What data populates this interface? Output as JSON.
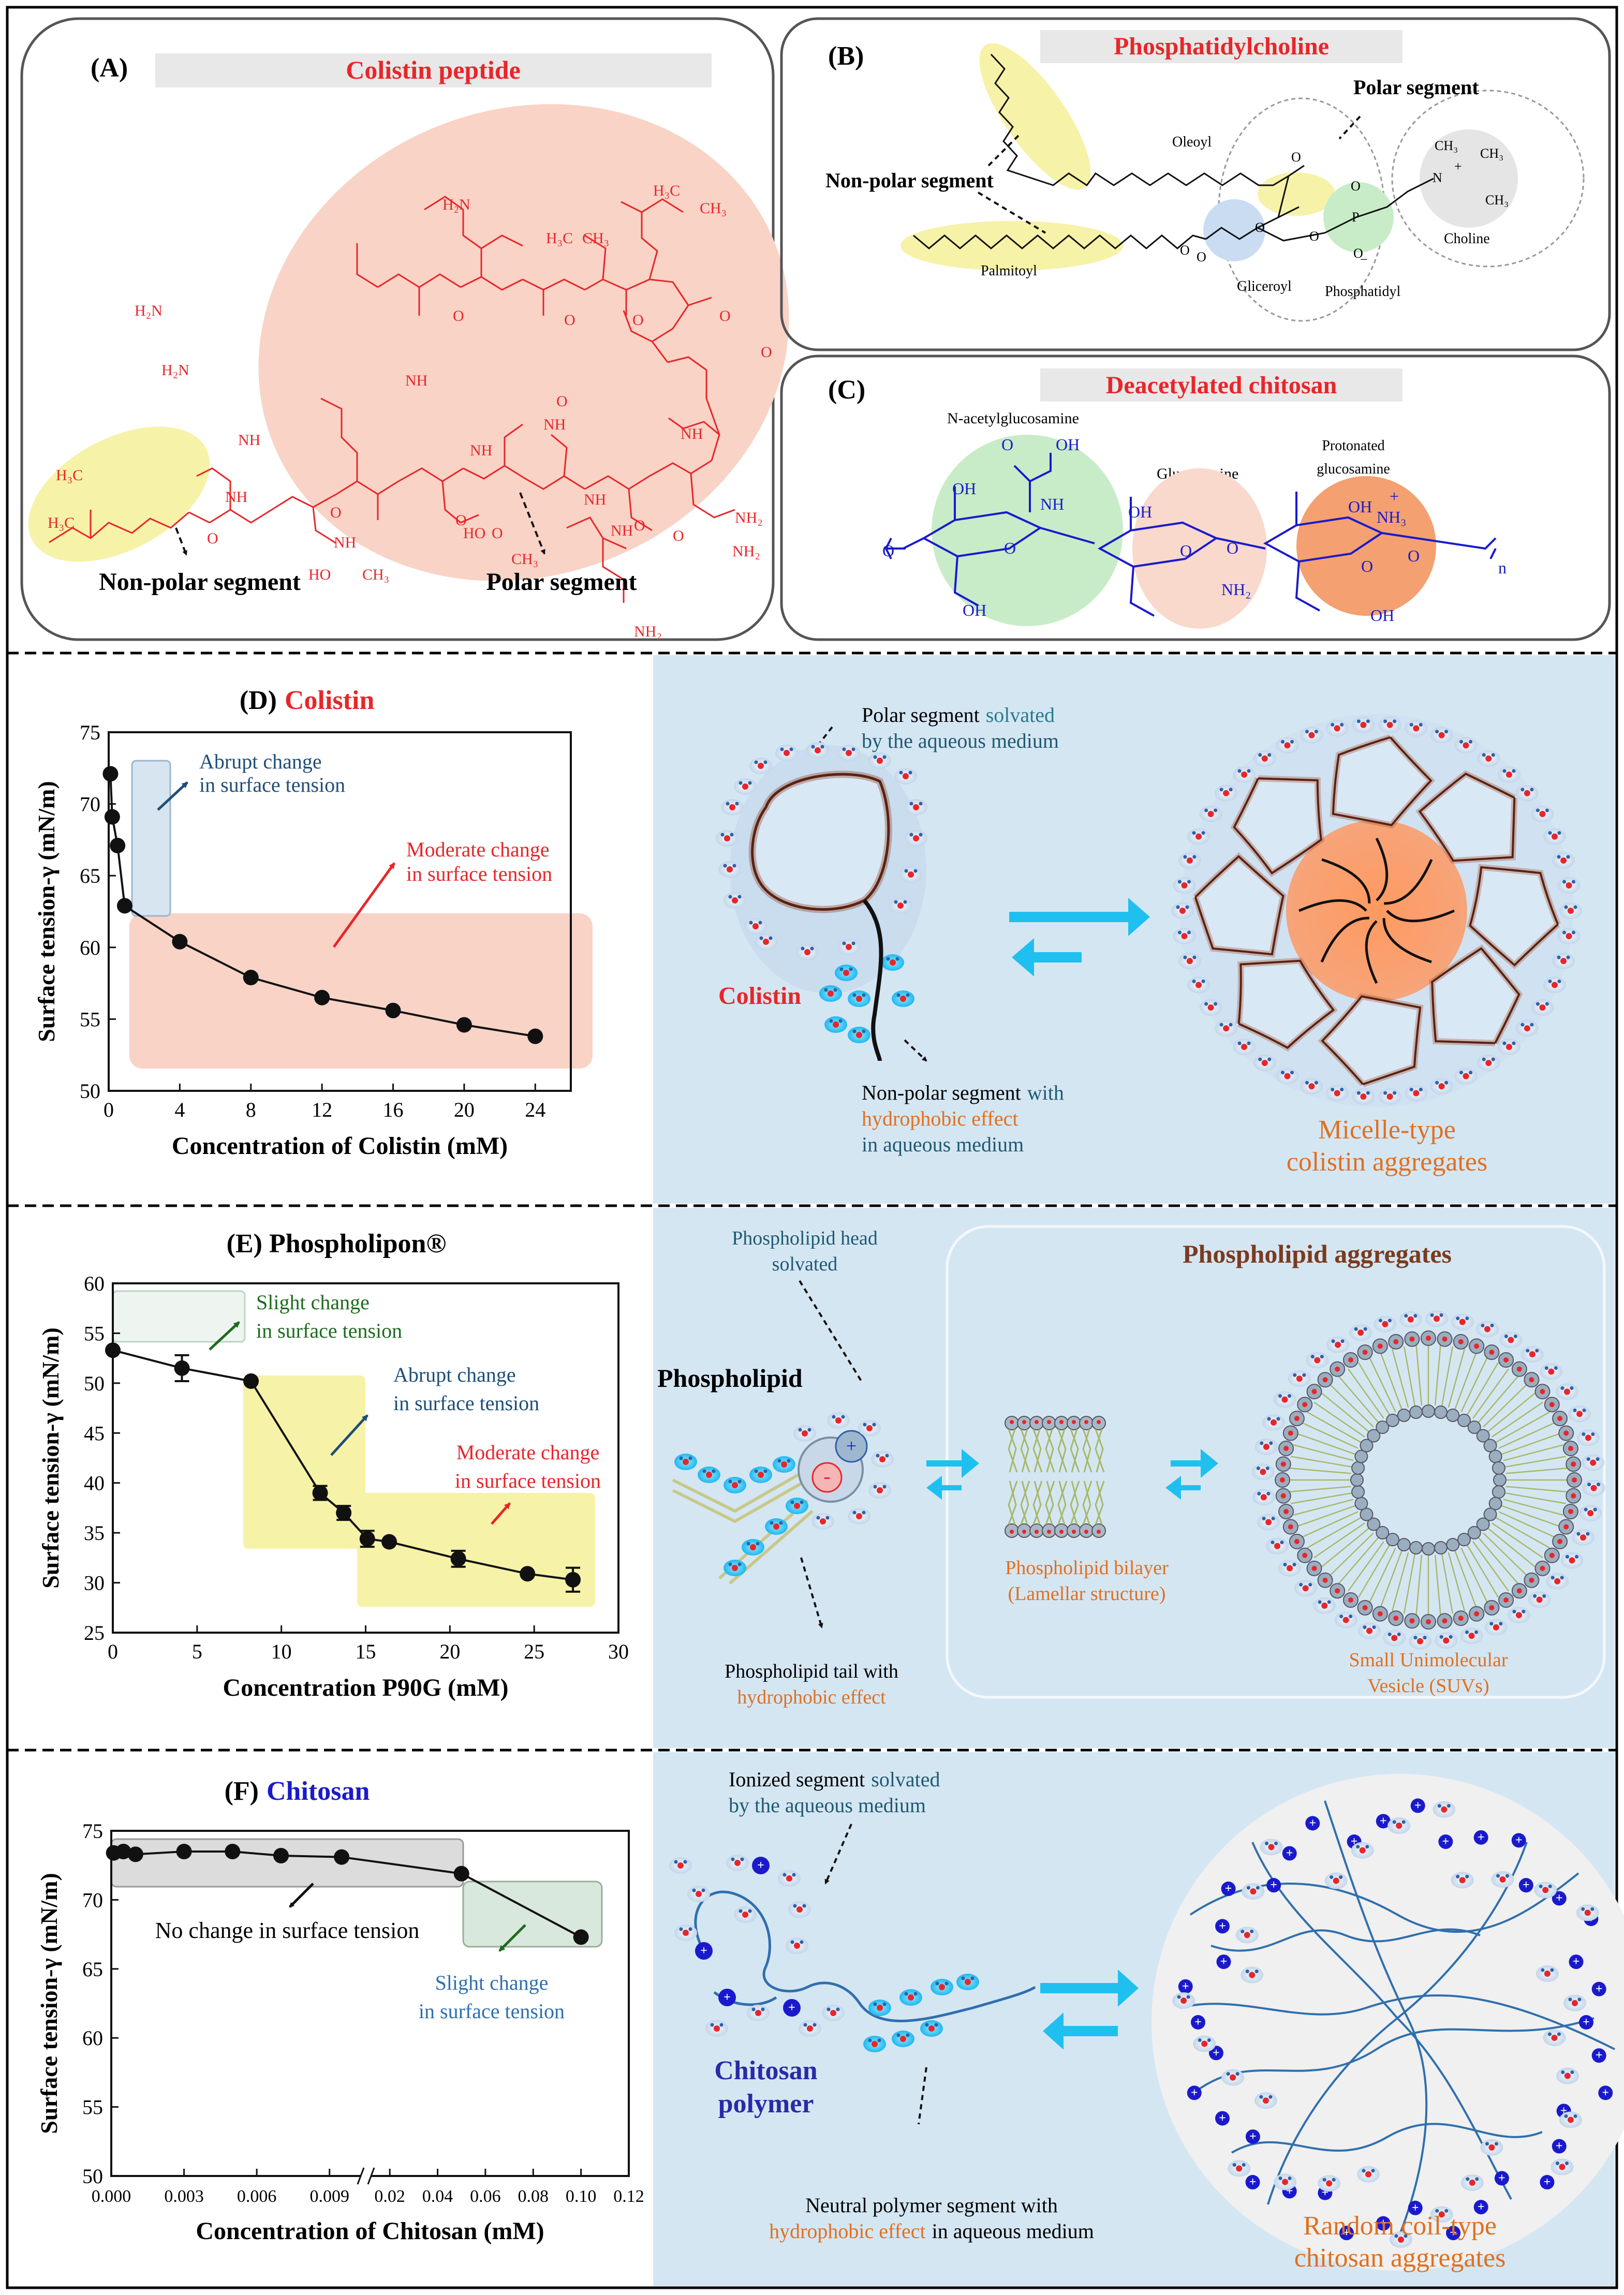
{
  "colors": {
    "red": "#e8262a",
    "blue": "#1f4e79",
    "green": "#1e6b1e",
    "orange": "#e07020",
    "navy": "#1a1acc",
    "purple": "#2a2aa8",
    "brown": "#7a3b1e",
    "panelBlue": "#d5e6f3",
    "pink": "#f8d3c6",
    "yellow": "#f6f2a8",
    "grey": "#e8e8e8"
  },
  "panelA": {
    "letter": "(A)",
    "title": "Colistin peptide",
    "non_polar": "Non-polar segment",
    "polar": "Polar segment",
    "atoms": [
      "H₃C",
      "H₃C",
      "H₂N",
      "H₂N",
      "H₂N",
      "NH",
      "NH",
      "NH",
      "NH",
      "NH",
      "NH",
      "NH",
      "NH",
      "HO",
      "CH₃",
      "O",
      "O",
      "O",
      "O",
      "O",
      "O",
      "O",
      "O",
      "O",
      "O",
      "HO",
      "CH₃",
      "H₃C",
      "CH₃",
      "H₃C",
      "CH₃",
      "NH",
      "NH₂",
      "NH₂",
      "NH₂",
      "O",
      "O"
    ]
  },
  "panelB": {
    "letter": "(B)",
    "title": "Phosphatidylcholine",
    "polar": "Polar segment",
    "non_polar": "Non-polar segment",
    "oleoyl": "Oleoyl",
    "palmitoyl": "Palmitoyl",
    "glyceroyl": "Gliceroyl",
    "phosphatidyl": "Phosphatidyl",
    "choline": "Choline",
    "atoms": [
      "O",
      "O",
      "O",
      "O",
      "O",
      "O",
      "P",
      "O",
      "N",
      "CH₃",
      "CH₃",
      "CH₃",
      "+",
      "−"
    ]
  },
  "panelC": {
    "letter": "(C)",
    "title": "Deacetylated chitosan",
    "nag": "N-acetylglucosamine",
    "glc": "Glucosamine",
    "prot": "Protonated glucosamine",
    "atoms": [
      "OH",
      "O",
      "OH",
      "NH",
      "O",
      "O",
      "OH",
      "OH",
      "O",
      "NH₂",
      "O",
      "OH",
      "NH₃",
      "+",
      "O",
      "O",
      "OH",
      "n"
    ]
  },
  "panelD": {
    "title_prefix": "(D)",
    "title_name": "Colistin",
    "ylabel": "Surface tension-γ (mN/m)",
    "xlabel": "Concentration of Colistin (mM)",
    "abrupt": [
      "Abrupt change",
      "in surface tension"
    ],
    "moderate": [
      "Moderate change",
      "in surface tension"
    ],
    "polar_note": [
      "Polar segment",
      "solvated",
      "by the aqueous medium"
    ],
    "colistin_label": "Colistin",
    "nonpolar_note": [
      "Non-polar segment",
      "with",
      "hydrophobic effect",
      "in aqueous medium"
    ],
    "micelle": [
      "Micelle-type",
      "colistin aggregates"
    ]
  },
  "panelE": {
    "title": "(E) Phospholipon®",
    "ylabel": "Surface tension-γ (mN/m)",
    "xlabel": "Concentration P90G (mM)",
    "slight": [
      "Slight change",
      "in surface tension"
    ],
    "abrupt": [
      "Abrupt change",
      "in surface tension"
    ],
    "moderate": [
      "Moderate change",
      "in surface tension"
    ],
    "head": [
      "Phospholipid head",
      "solvated"
    ],
    "phospholipid_label": "Phospholipid",
    "tail": [
      "Phospholipid tail with",
      "hydrophobic effect"
    ],
    "aggregates": "Phospholipid aggregates",
    "bilayer": [
      "Phospholipid bilayer",
      "(Lamellar structure)"
    ],
    "suv": [
      "Small Unimolecular",
      "Vesicle (SUVs)"
    ]
  },
  "panelF": {
    "title_prefix": "(F)",
    "title_name": "Chitosan",
    "ylabel": "Surface tension-γ (mN/m)",
    "xlabel": "Concentration of Chitosan (mM)",
    "no_change": "No change in surface tension",
    "slight": [
      "Slight change",
      "in surface tension"
    ],
    "ionized": [
      "Ionized segment",
      "solvated",
      "by the aqueous medium"
    ],
    "polymer_label": [
      "Chitosan",
      "polymer"
    ],
    "neutral": [
      "Neutral polymer segment with",
      "hydrophobic effect",
      "in aqueous medium"
    ],
    "random": [
      "Random coil-type",
      "chitosan aggregates"
    ]
  },
  "chart_data": [
    {
      "type": "line",
      "title": "(D) Colistin",
      "xlabel": "Concentration of Colistin (mM)",
      "ylabel": "Surface tension-γ (mN/m)",
      "xlim": [
        0,
        26
      ],
      "ylim": [
        50,
        75
      ],
      "xticks": [
        0,
        4,
        8,
        12,
        16,
        20,
        24
      ],
      "yticks": [
        50,
        55,
        60,
        65,
        70,
        75
      ],
      "x": [
        0.1,
        0.2,
        0.5,
        0.9,
        4,
        8,
        12,
        16,
        20,
        24
      ],
      "y": [
        72.1,
        69.1,
        67.1,
        62.9,
        60.4,
        57.9,
        56.5,
        55.6,
        54.6,
        53.8
      ]
    },
    {
      "type": "line",
      "title": "(E) Phospholipon®",
      "xlabel": "Concentration P90G (mM)",
      "ylabel": "Surface tension-γ (mN/m)",
      "xlim": [
        0,
        30
      ],
      "ylim": [
        25,
        60
      ],
      "xticks": [
        0,
        5,
        10,
        15,
        20,
        25,
        30
      ],
      "yticks": [
        25,
        30,
        35,
        40,
        45,
        50,
        55,
        60
      ],
      "x": [
        0,
        4.1,
        8.2,
        12.3,
        13.7,
        15.1,
        16.4,
        20.5,
        24.6,
        27.3
      ],
      "y": [
        53.3,
        51.5,
        50.2,
        39,
        37,
        34.4,
        34.1,
        32.4,
        30.9,
        30.3
      ],
      "yerr": [
        0,
        1.3,
        0,
        0.7,
        0.7,
        0.8,
        0,
        0.8,
        0,
        1.2
      ]
    },
    {
      "type": "line",
      "title": "(F) Chitosan",
      "xlabel": "Concentration of Chitosan (mM)",
      "ylabel": "Surface tension-γ (mN/m)",
      "ylim": [
        50,
        75
      ],
      "broken_x_axis": true,
      "xticks": [
        "0.000",
        "0.003",
        "0.006",
        "0.009",
        "0.02",
        "0.04",
        "0.06",
        "0.08",
        "0.10",
        "0.12"
      ],
      "yticks": [
        50,
        55,
        60,
        65,
        70,
        75
      ],
      "x": [
        0.0001,
        0.0005,
        0.001,
        0.003,
        0.005,
        0.007,
        0.0095,
        0.05,
        0.1
      ],
      "y": [
        73.4,
        73.5,
        73.3,
        73.5,
        73.5,
        73.2,
        73.1,
        71.9,
        67.3
      ]
    }
  ]
}
